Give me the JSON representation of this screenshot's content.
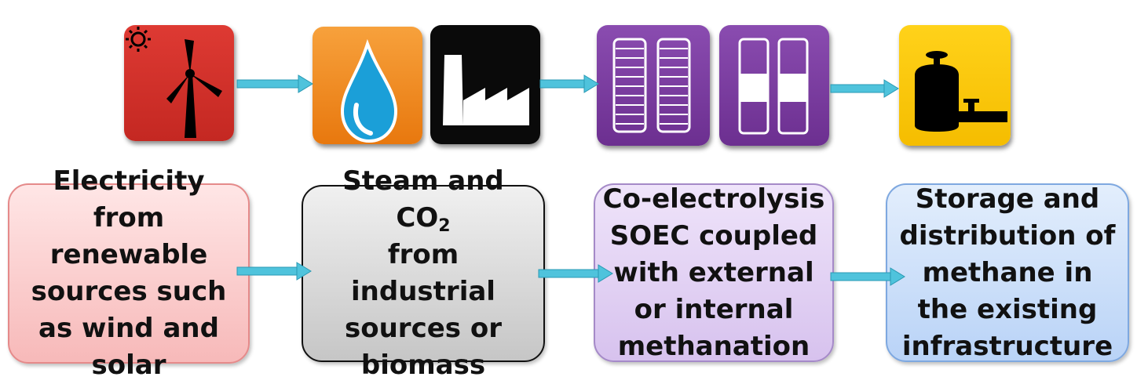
{
  "colors": {
    "red_tile": "#d6302a",
    "orange_tile": "#f28a1a",
    "black_tile": "#0a0a0a",
    "purple_tile": "#7a3d9e",
    "yellow_tile": "#ffc800",
    "arrow": "#4fc3dc",
    "box_red": "#fbd0d0",
    "box_gray": "#dedede",
    "box_purple": "#e4d4f4",
    "box_blue": "#cfe2fb"
  },
  "icons": [
    "wind-turbine-sun-icon",
    "water-drop-icon",
    "factory-icon",
    "electrolysis-cell-icon",
    "methanation-cell-icon",
    "gas-cylinder-pipe-icon"
  ],
  "steps": [
    {
      "text": "Electricity from renewable sources such as wind and solar"
    },
    {
      "text_main": "Steam and CO",
      "text_sub": "2",
      "text_rest": "from industrial sources or biomass"
    },
    {
      "text": "Co-electrolysis SOEC coupled with external or internal methanation"
    },
    {
      "text": "Storage and distribution of methane in the existing infrastructure"
    }
  ]
}
